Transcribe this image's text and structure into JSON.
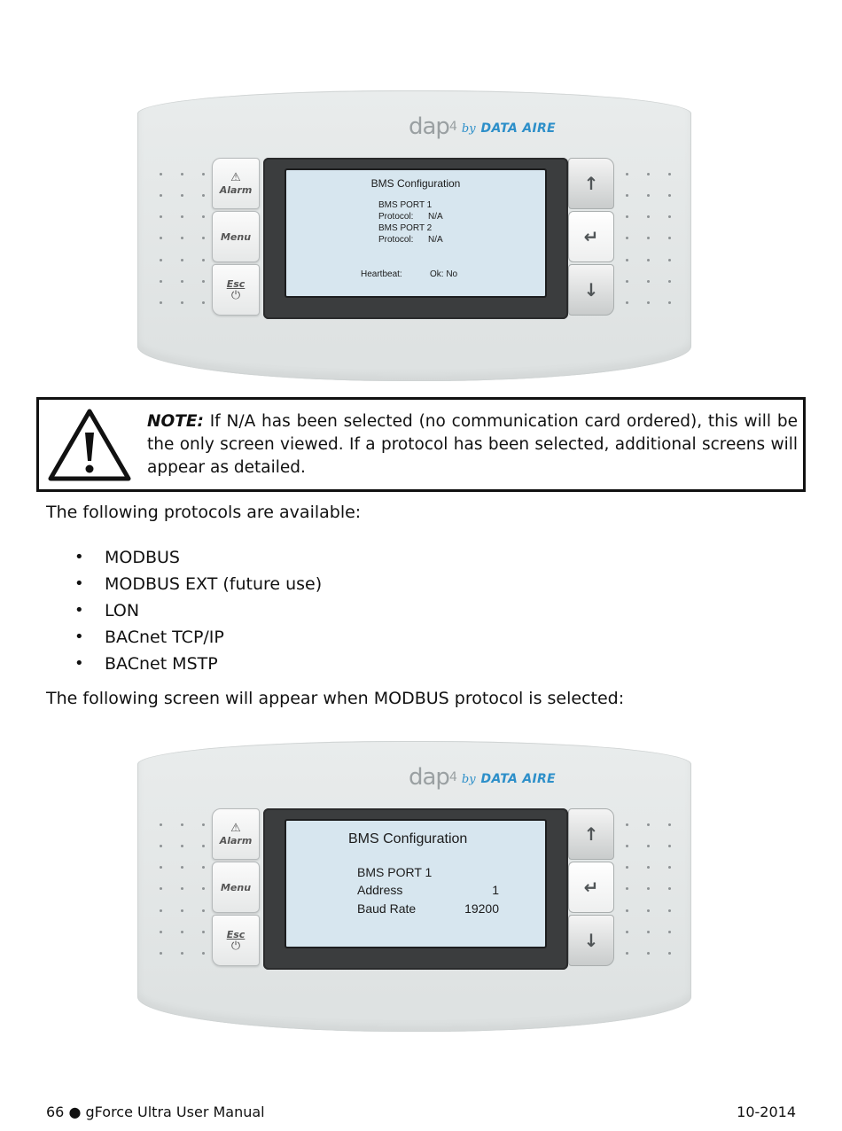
{
  "panel1": {
    "brand": {
      "logo": "dap",
      "version": "4",
      "by": "by",
      "name": "DATA AIRE"
    },
    "keys": {
      "alarm": "Alarm",
      "menu": "Menu",
      "esc": "Esc"
    },
    "screen": {
      "title": "BMS Configuration",
      "port1_label": "BMS PORT  1",
      "protocol1_label": "Protocol:",
      "protocol1_value": "N/A",
      "port2_label": "BMS PORT  2",
      "protocol2_label": "Protocol:",
      "protocol2_value": "N/A",
      "heartbeat_label": "Heartbeat:",
      "heartbeat_value": "Ok:  No"
    }
  },
  "note": {
    "label": "NOTE:",
    "text": " If N/A has been selected (no communication card ordered), this will be the only screen viewed.  If a protocol has been selected, additional screens will appear as detailed."
  },
  "intro_text": "The following protocols are available:",
  "protocols": [
    "MODBUS",
    "MODBUS EXT (future use)",
    "LON",
    "BACnet TCP/IP",
    "BACnet MSTP"
  ],
  "modbus_text": "The following screen will appear when MODBUS protocol is selected:",
  "panel2": {
    "brand": {
      "logo": "dap",
      "version": "4",
      "by": "by",
      "name": "DATA AIRE"
    },
    "keys": {
      "alarm": "Alarm",
      "menu": "Menu",
      "esc": "Esc"
    },
    "screen": {
      "title": "BMS Configuration",
      "port_label": "BMS PORT  1",
      "address_label": "Address",
      "address_value": "1",
      "baud_label": "Baud Rate",
      "baud_value": "19200"
    }
  },
  "footer": {
    "left": "66 ● gForce Ultra User Manual",
    "right": "10-2014"
  }
}
